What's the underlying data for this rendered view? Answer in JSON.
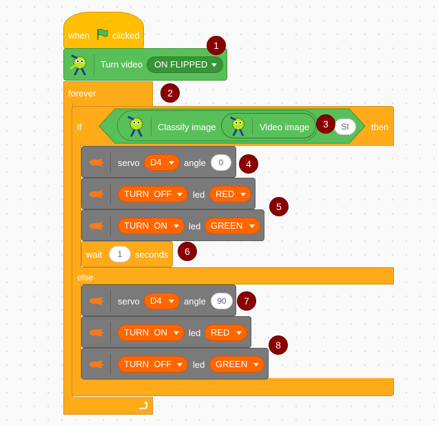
{
  "event": {
    "when": "when",
    "clicked": "clicked",
    "flag_icon": "green-flag-icon"
  },
  "video": {
    "label": "Turn video",
    "value": "ON FLIPPED"
  },
  "forever": {
    "label": "forever"
  },
  "if_block": {
    "if_label": "if",
    "then_label": "then",
    "classify_label": "Classify image",
    "video_image_label": "Video image",
    "compare_value": "SI",
    "else_label": "else"
  },
  "servo_1": {
    "label": "servo",
    "pin": "D4",
    "angle_label": "angle",
    "angle": "0"
  },
  "led_1": {
    "state": "TURN  OFF",
    "led_label": "led",
    "color": "RED"
  },
  "led_2": {
    "state": "TURN  ON",
    "led_label": "led",
    "color": "GREEN"
  },
  "wait": {
    "label": "wait",
    "value": "1",
    "unit": "seconds"
  },
  "servo_2": {
    "label": "servo",
    "pin": "D4",
    "angle_label": "angle",
    "angle": "90"
  },
  "led_3": {
    "state": "TURN  ON",
    "led_label": "led",
    "color": "RED"
  },
  "led_4": {
    "state": "TURN  OFF",
    "led_label": "led",
    "color": "GREEN"
  },
  "badges": [
    "1",
    "2",
    "3",
    "4",
    "5",
    "6",
    "7",
    "8"
  ],
  "colors": {
    "event": "#ffbf00",
    "control": "#ffab19",
    "extension": "#59c059",
    "hardware": "#7a7a7a",
    "dropdown": "#ff6600",
    "badge": "#8b0000"
  }
}
